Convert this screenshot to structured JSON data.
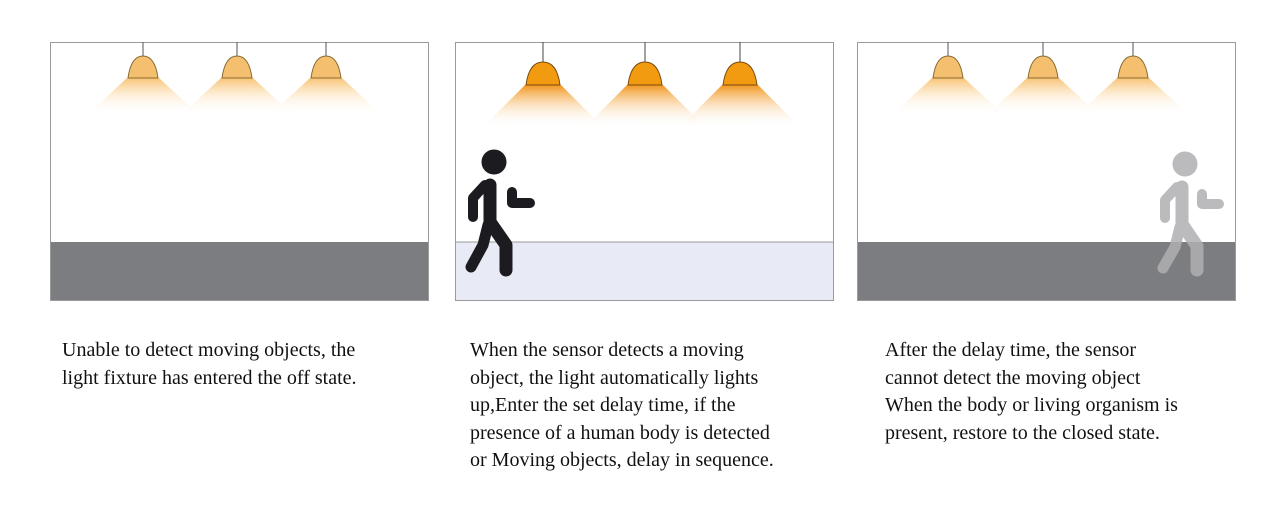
{
  "colors": {
    "frame": "#9a9a9a",
    "floor_dark": "#7c7d80",
    "floor_light": "#e8eaf5",
    "lamp_dim": "#f4c070",
    "lamp_bright": "#f29a10",
    "person_dark": "#1c1c20",
    "person_faded": "#b0b0b3"
  },
  "panels": [
    {
      "state": "off",
      "person": "none",
      "caption": "Unable to detect moving objects, the\nlight fixture has entered the off state."
    },
    {
      "state": "on",
      "person": "present",
      "caption": "When the sensor detects a moving\nobject, the light automatically lights\nup,Enter the set delay time, if the\npresence of a human body is detected\nor Moving objects, delay in sequence."
    },
    {
      "state": "off",
      "person": "leaving",
      "caption": "After the delay time, the sensor\ncannot detect the moving object\nWhen the body or living organism is\npresent, restore to the closed state."
    }
  ]
}
